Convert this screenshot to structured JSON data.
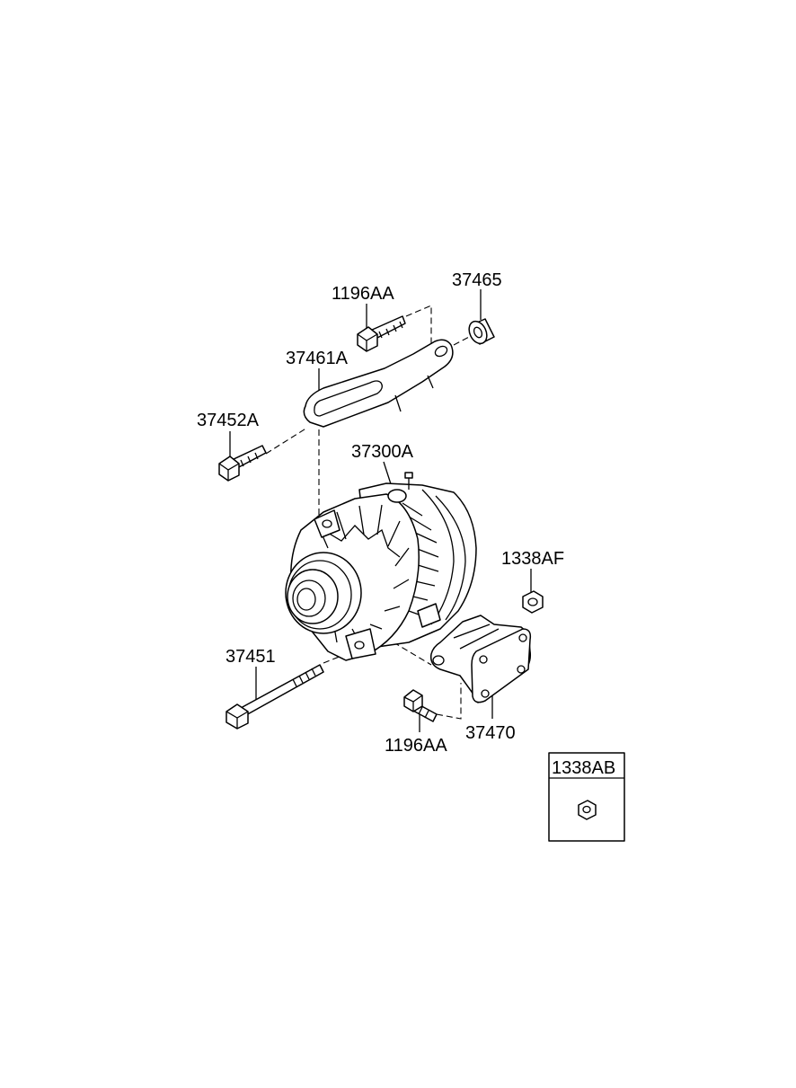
{
  "parts": {
    "bolt_upper_1196AA": "1196AA",
    "spacer_37465": "37465",
    "bracket_37461A": "37461A",
    "bolt_37452A": "37452A",
    "alternator_37300A": "37300A",
    "nut_1338AF": "1338AF",
    "long_bolt_37451": "37451",
    "bracket_37470": "37470",
    "bolt_lower_1196AA": "1196AA"
  },
  "inset": {
    "part_number": "1338AB"
  }
}
